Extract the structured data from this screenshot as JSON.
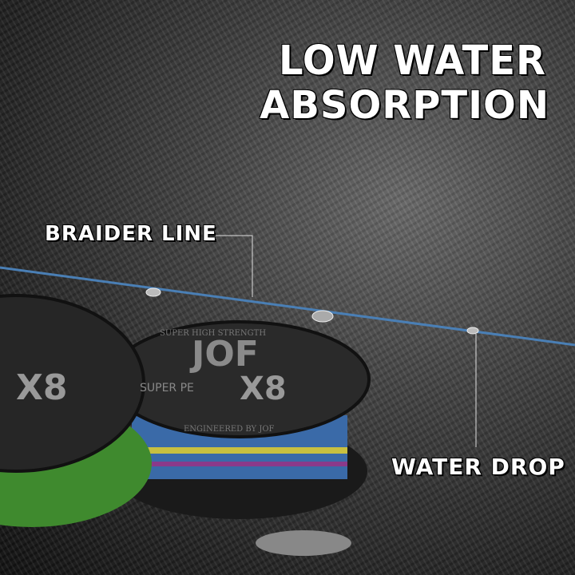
{
  "headline": {
    "line1": "LOW WATER",
    "line2": "ABSORPTION"
  },
  "labels": {
    "braider_line": "BRAIDER LINE",
    "water_drop": "WATER DROP"
  },
  "spool": {
    "brand": "JOF",
    "model": "X8",
    "top_text": "SUPER HIGH STRENGTH",
    "sub_text": "SUPER PE",
    "bottom_text": "ENGINEERED BY JOF"
  },
  "colors": {
    "line": "#4a7fb5",
    "green_spool": "#3f8a2e"
  }
}
